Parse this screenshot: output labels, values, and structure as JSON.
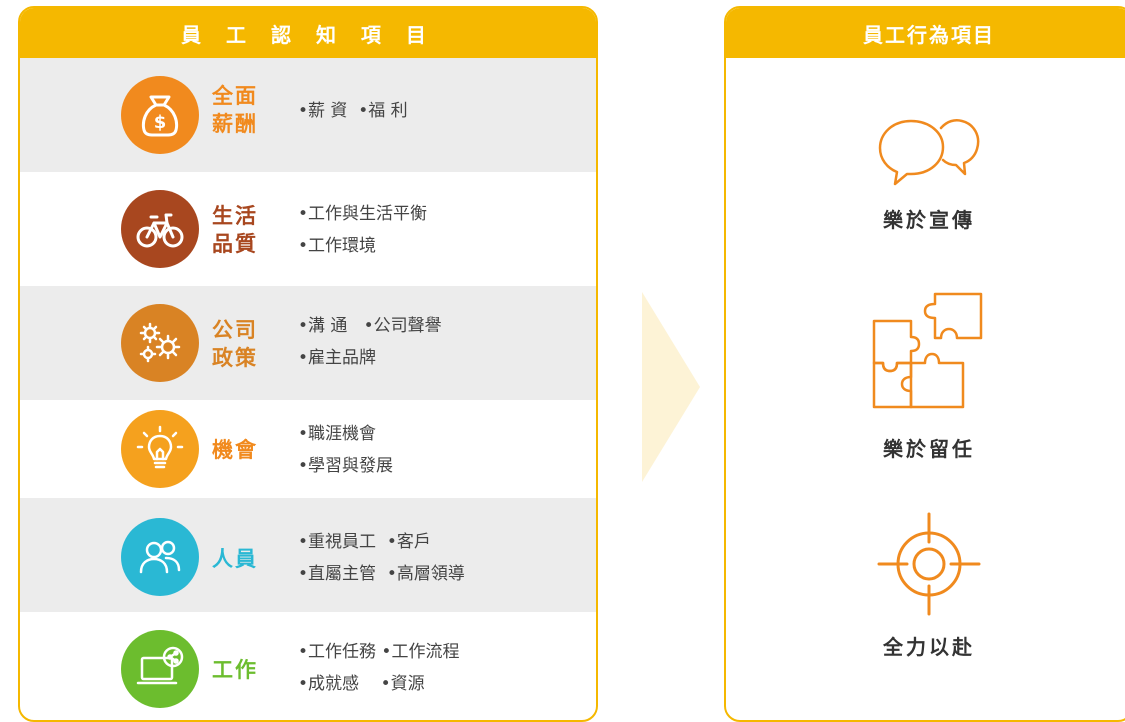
{
  "cognition": {
    "title": "員 工 認 知 項 目",
    "categories": [
      {
        "label": "全面\n薪酬",
        "lines": [
          "•薪 資  •福 利"
        ],
        "color": "#f18a1e",
        "icon": "money-bag-icon"
      },
      {
        "label": "生活\n品質",
        "lines": [
          "•工作與生活平衡",
          "•工作環境"
        ],
        "color": "#a8471f",
        "icon": "bicycle-icon"
      },
      {
        "label": "公司\n政策",
        "lines": [
          "•溝 通   •公司聲譽",
          "•雇主品牌"
        ],
        "color": "#d98324",
        "icon": "gears-icon"
      },
      {
        "label": "機會",
        "lines": [
          "•職涯機會",
          "•學習與發展"
        ],
        "color": "#f5a11e",
        "icon": "lightbulb-icon"
      },
      {
        "label": "人員",
        "lines": [
          "•重視員工  •客戶",
          "•直屬主管  •高層領導"
        ],
        "color": "#2ab8d4",
        "icon": "people-icon"
      },
      {
        "label": "工作",
        "lines": [
          "•工作任務 •工作流程",
          "•成就感    •資源"
        ],
        "color": "#6cbd2e",
        "icon": "laptop-share-icon"
      }
    ]
  },
  "behavior": {
    "title": "員工行為項目",
    "items": [
      {
        "label": "樂於宣傳",
        "icon": "speech-bubbles-icon"
      },
      {
        "label": "樂於留任",
        "icon": "puzzle-icon"
      },
      {
        "label": "全力以赴",
        "icon": "target-icon"
      }
    ]
  },
  "colors": {
    "accent": "#f5b800",
    "icon_stroke": "#f08a1e",
    "arrow": "#fdf3d6"
  }
}
